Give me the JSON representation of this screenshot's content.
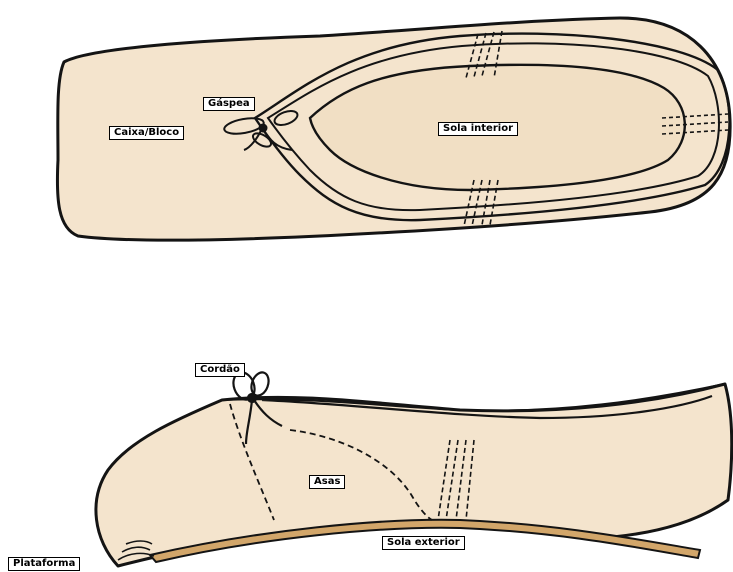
{
  "colors": {
    "fill": "#f4e4cd",
    "fill_dark": "#ead3b3",
    "outline": "#141414",
    "sole_edge": "#d2a66a",
    "background": "#ffffff"
  },
  "top_view": {
    "labels": {
      "vamp": "Gáspea",
      "box": "Caixa/Bloco",
      "insole": "Sola interior"
    }
  },
  "side_view": {
    "labels": {
      "drawstring": "Cordão",
      "wings": "Asas",
      "outsole": "Sola exterior",
      "platform": "Plataforma"
    }
  }
}
